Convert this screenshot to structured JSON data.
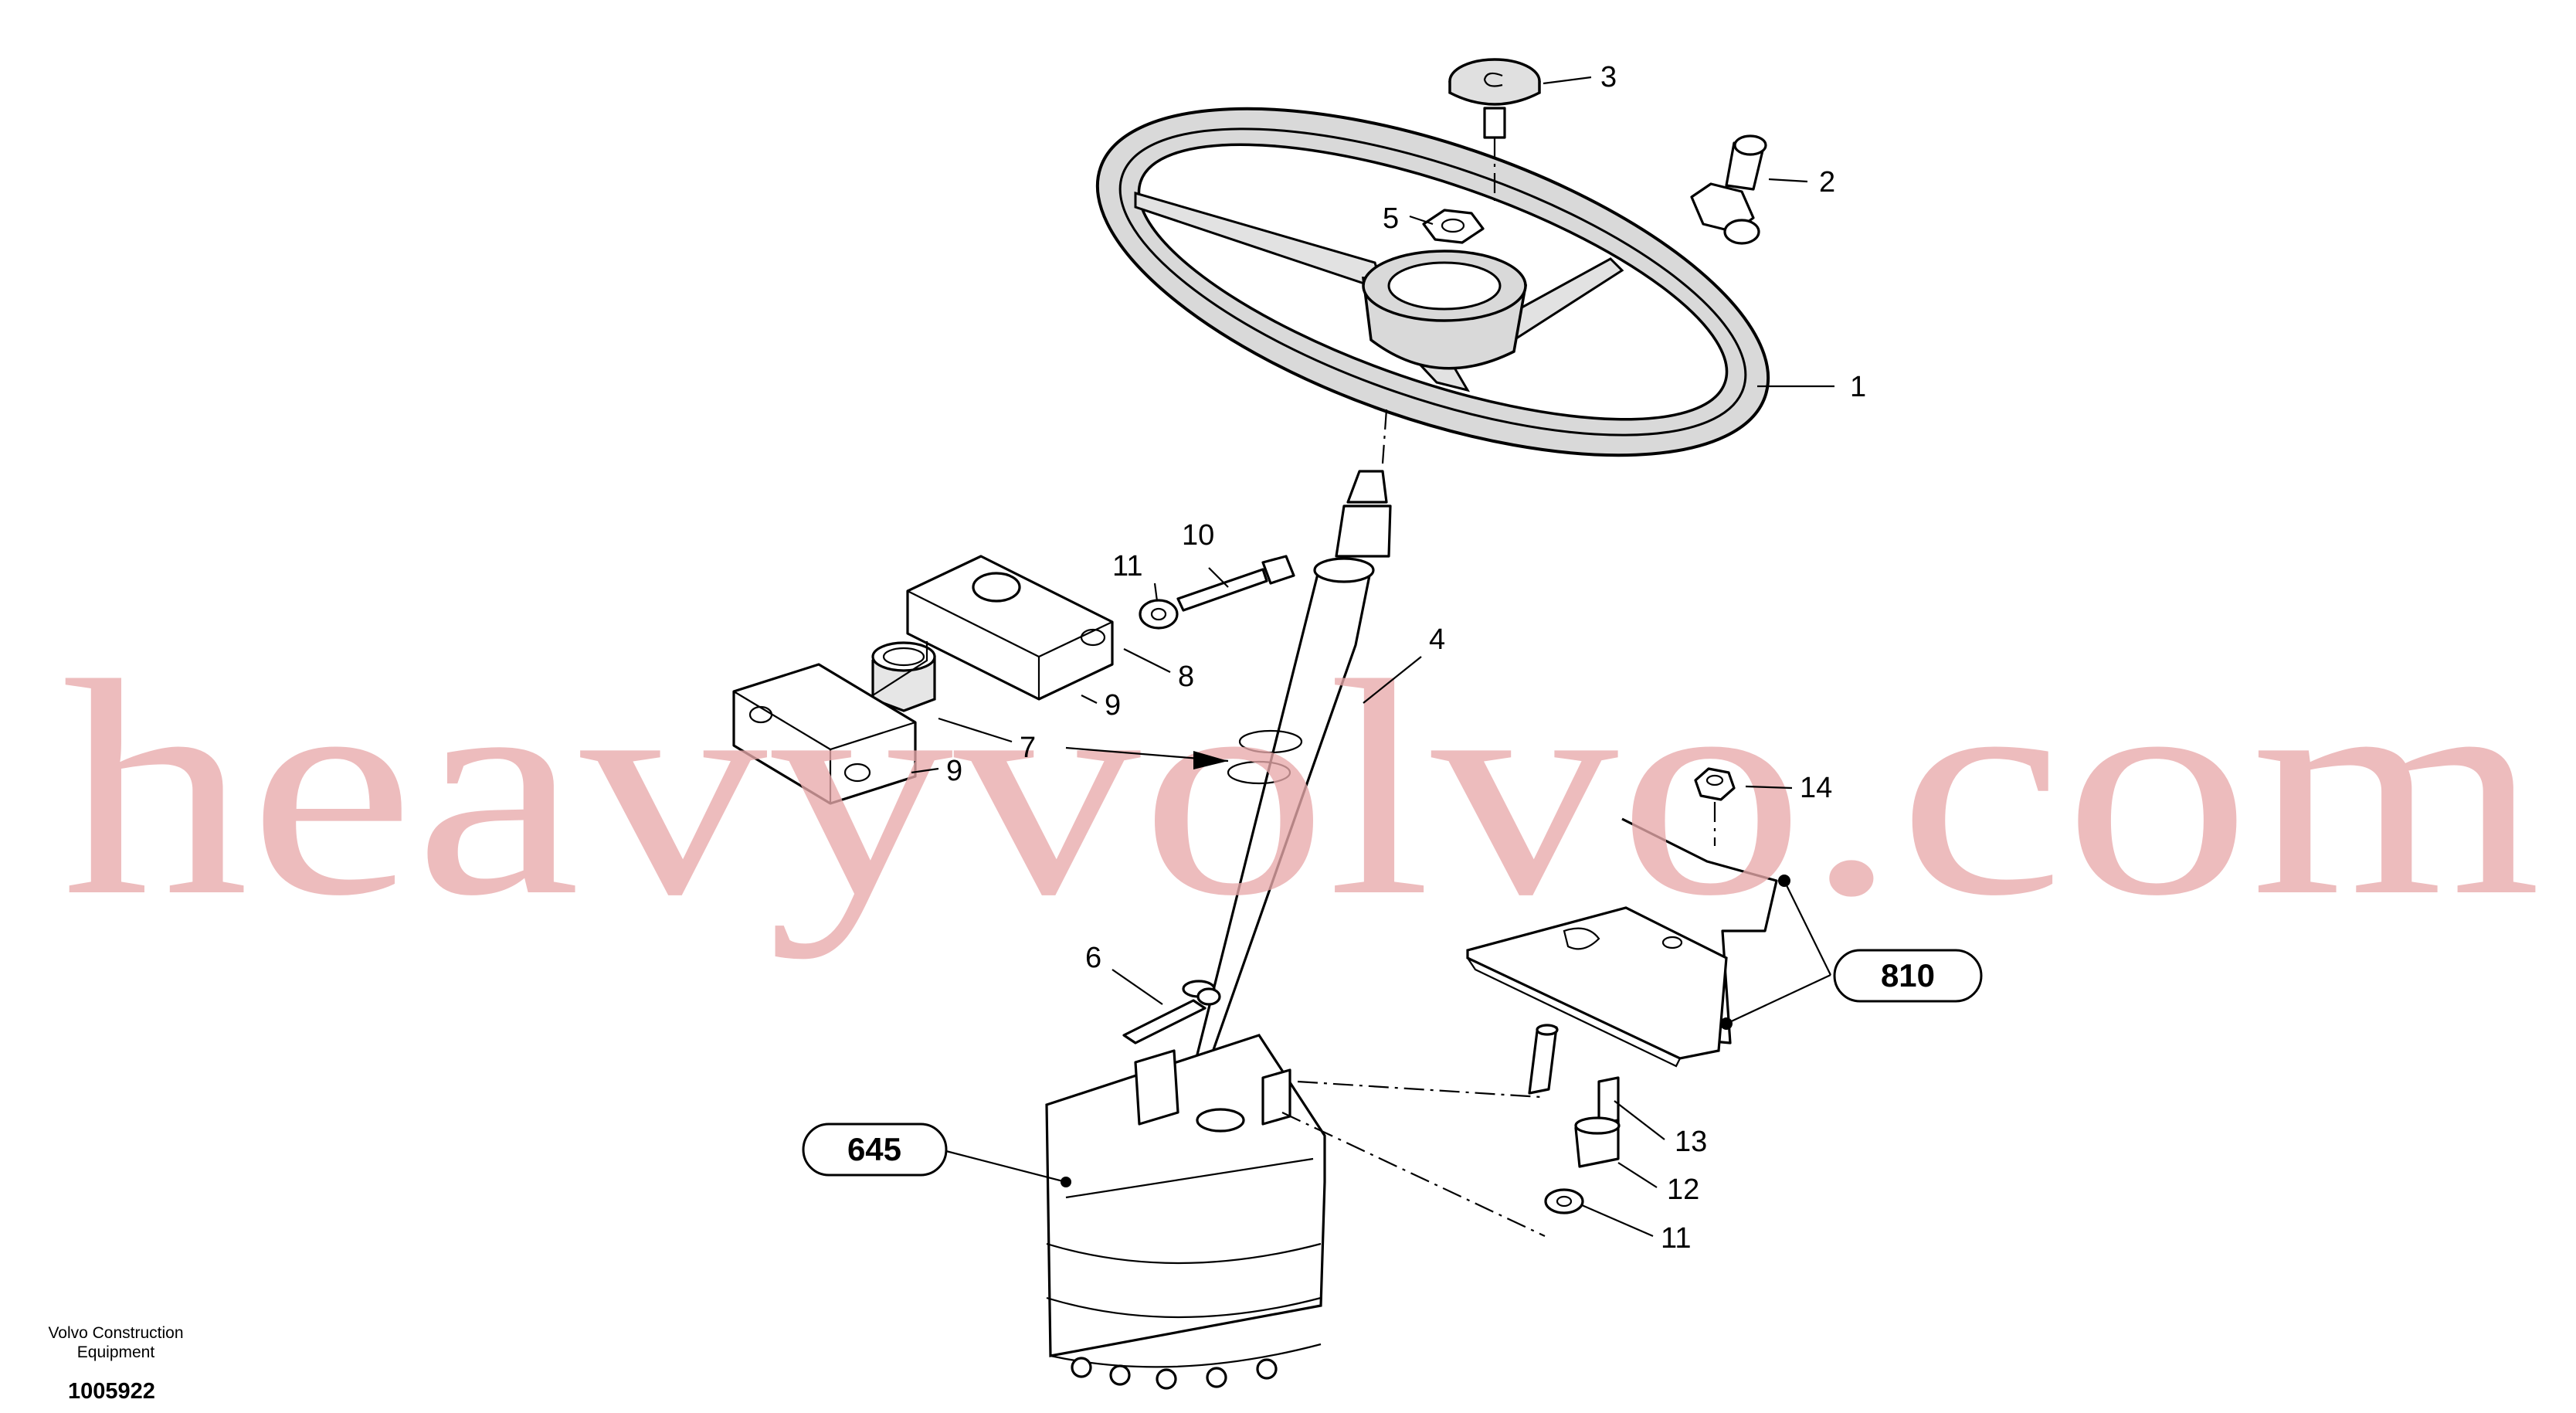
{
  "footer": {
    "maker_line1": "Volvo Construction",
    "maker_line2": "Equipment",
    "drawing_number": "1005922"
  },
  "watermark": "heavyvolvo.com",
  "callouts": {
    "c1": "1",
    "c2": "2",
    "c3": "3",
    "c4": "4",
    "c5": "5",
    "c6": "6",
    "c7": "7",
    "c8": "8",
    "c9a": "9",
    "c9b": "9",
    "c10": "10",
    "c11a": "11",
    "c11b": "11",
    "c12": "12",
    "c13": "13",
    "c14": "14"
  },
  "references": {
    "r810": "810",
    "r645": "645"
  },
  "colors": {
    "line": "#000000",
    "watermark": "#e8a9aa",
    "background": "#ffffff"
  }
}
